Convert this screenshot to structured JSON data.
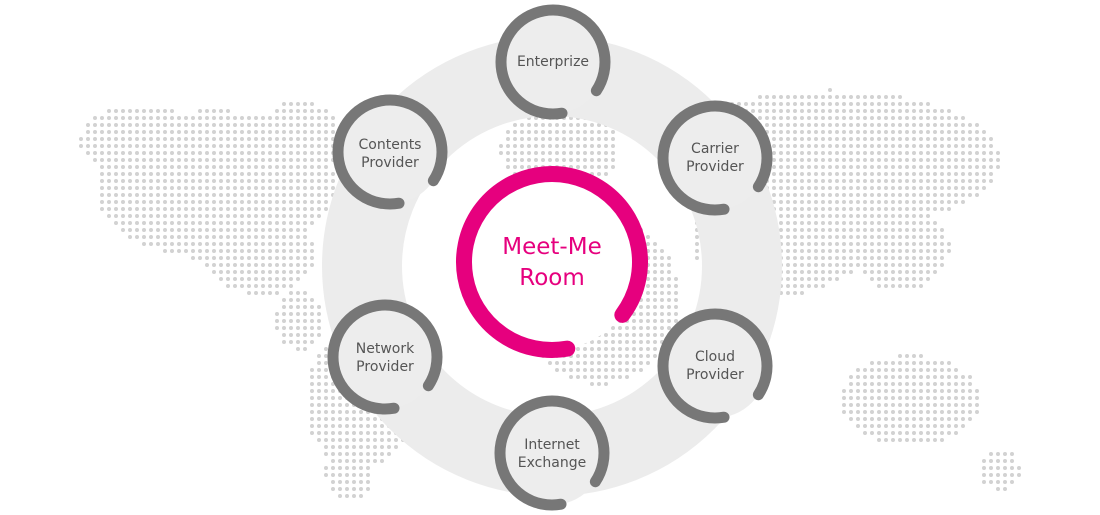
{
  "colors": {
    "accent": "#e6007e",
    "node_ring": "#777777",
    "node_fill": "#ededed",
    "outer_ring": "#ececec",
    "map_dots": "#d2d2d2",
    "label_text": "#555555"
  },
  "center": {
    "line1": "Meet-Me",
    "line2": "Room"
  },
  "nodes": [
    {
      "id": "enterprize",
      "line1": "Enterprize",
      "line2": ""
    },
    {
      "id": "carrier",
      "line1": "Carrier",
      "line2": "Provider"
    },
    {
      "id": "cloud",
      "line1": "Cloud",
      "line2": "Provider"
    },
    {
      "id": "internet",
      "line1": "Internet",
      "line2": "Exchange"
    },
    {
      "id": "network",
      "line1": "Network",
      "line2": "Provider"
    },
    {
      "id": "contents",
      "line1": "Contents",
      "line2": "Provider"
    }
  ]
}
